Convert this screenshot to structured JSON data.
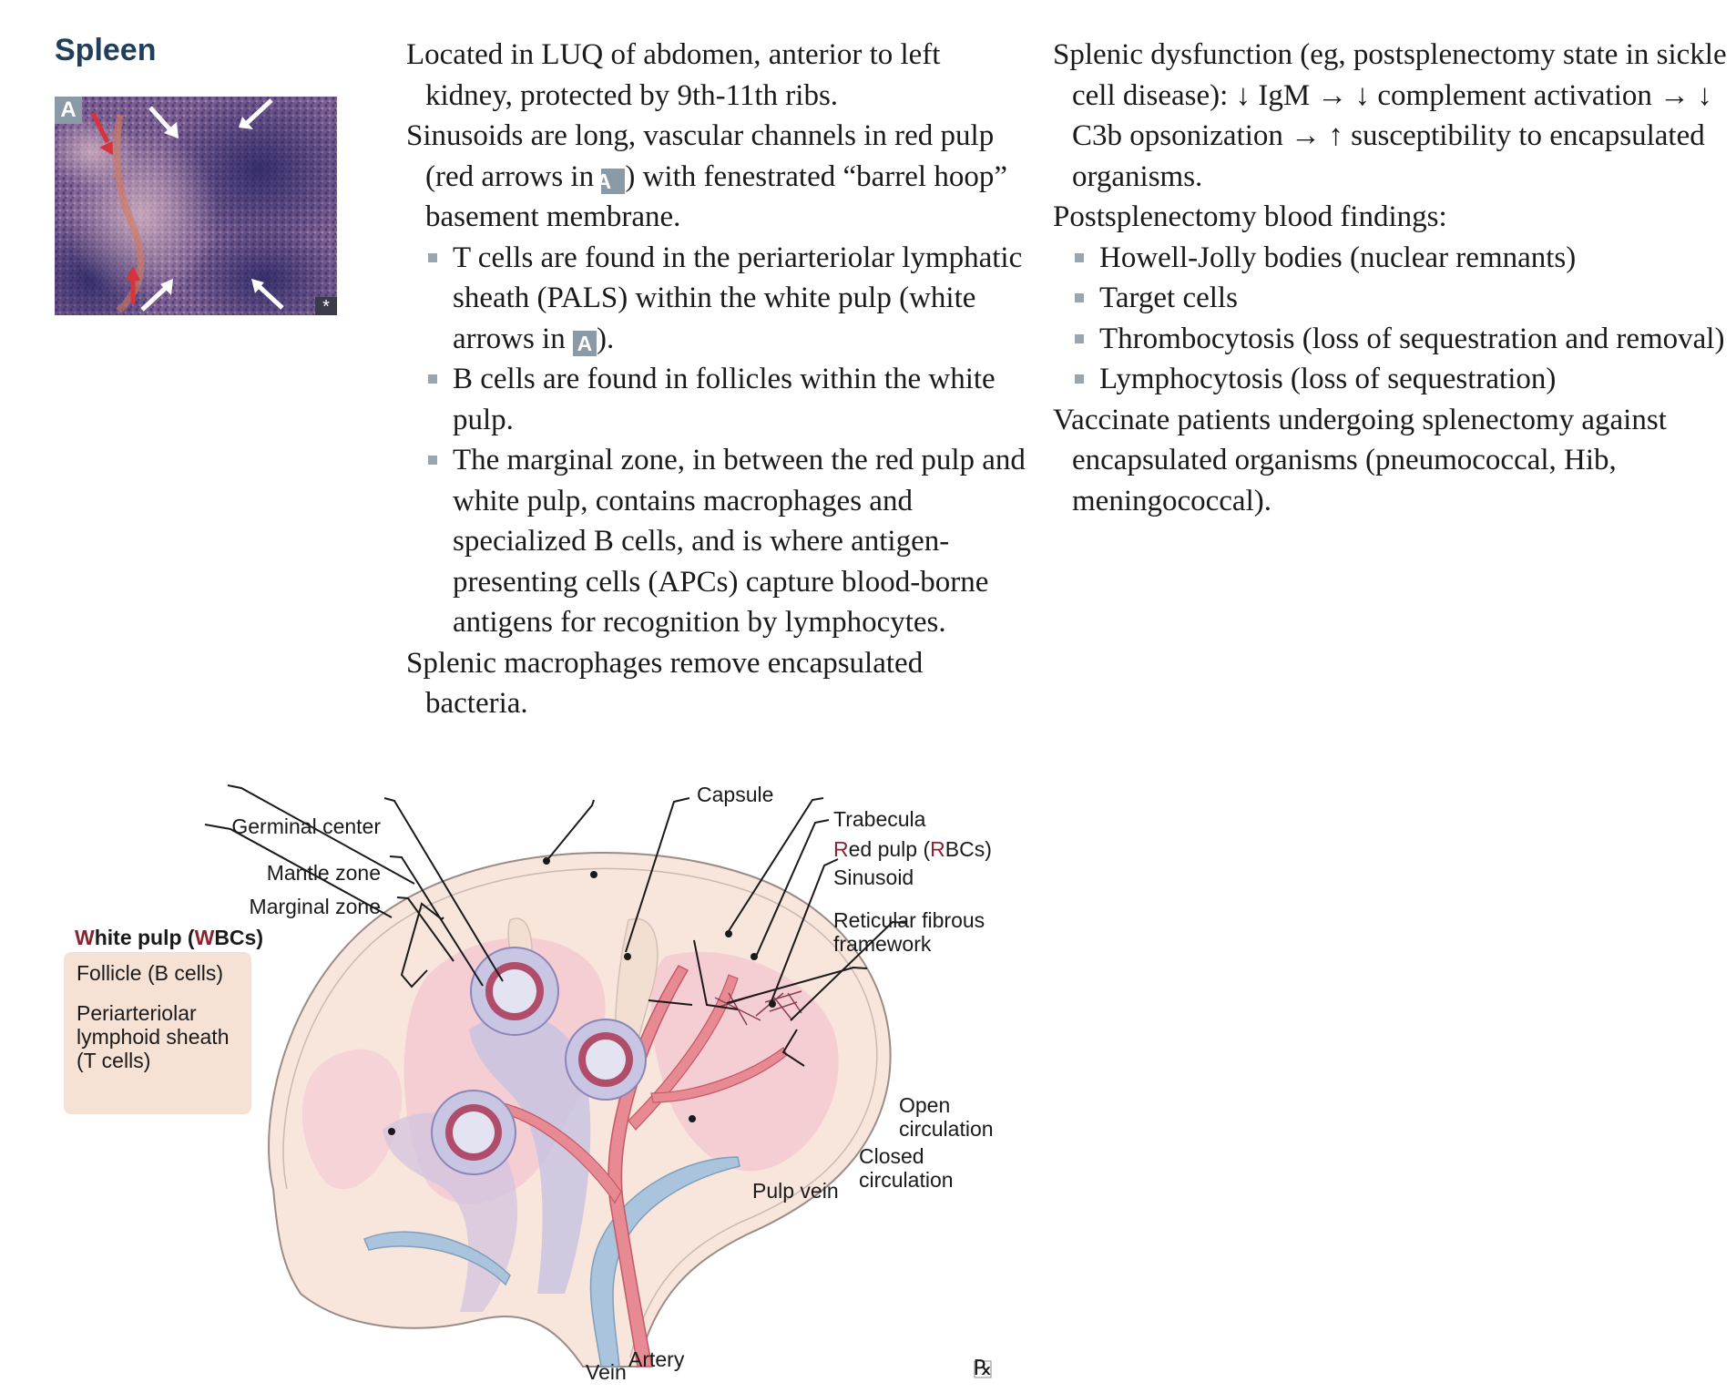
{
  "section": {
    "title": "Spleen"
  },
  "histology": {
    "badge": "A",
    "legend": "*"
  },
  "middle": {
    "p1": "Located in LUQ of abdomen, anterior to left kidney, protected by 9th-11th ribs.",
    "p2_before": "Sinusoids are long, vascular channels in red pulp (red arrows in ",
    "p2_badge": "A",
    "p2_after": ") with fenestrated “barrel hoop” basement membrane.",
    "b1_before": "T cells are found in the periarteriolar lymphatic sheath (PALS) within the white pulp (white arrows in ",
    "b1_badge": "A",
    "b1_after": ").",
    "b2": "B cells are found in follicles within the white pulp.",
    "b3": "The marginal zone, in between the red pulp and white pulp, contains macrophages and specialized B cells, and is where antigen-presenting cells (APCs) capture blood-borne antigens for recognition by lymphocytes.",
    "p3": "Splenic macrophages remove encapsulated bacteria."
  },
  "right": {
    "p1": "Splenic dysfunction (eg, postsplenectomy state in sickle cell disease): ↓ IgM → ↓ complement activation → ↓ C3b opsonization → ↑ susceptibility to encapsulated organisms.",
    "p2": "Postsplenectomy blood findings:",
    "bullets": [
      "Howell-Jolly bodies (nuclear remnants)",
      "Target cells",
      "Thrombocytosis (loss of sequestration and removal)",
      "Lymphocytosis (loss of sequestration)"
    ],
    "p3": "Vaccinate patients undergoing splenectomy against encapsulated organisms (pneumococcal, Hib, meningococcal)."
  },
  "diagram": {
    "capsule": "Capsule",
    "germinal_center": "Germinal center",
    "mantle_zone": "Mantle zone",
    "marginal_zone": "Marginal zone",
    "white_pulp_w": "W",
    "white_pulp_rest1": "hite pulp (",
    "white_pulp_w2": "W",
    "white_pulp_rest2": "BCs)",
    "follicle": "Follicle (B cells)",
    "pals_1": "Periarteriolar",
    "pals_2": "lymphoid sheath",
    "pals_3": "(T cells)",
    "trabecula": "Trabecula",
    "red_pulp_r": "R",
    "red_pulp_rest1": "ed pulp (",
    "red_pulp_r2": "R",
    "red_pulp_rest2": "BCs)",
    "sinusoid": "Sinusoid",
    "reticular_1": "Reticular fibrous",
    "reticular_2": "framework",
    "open_1": "Open",
    "open_2": "circulation",
    "closed_1": "Closed",
    "closed_2": "circulation",
    "pulp_vein": "Pulp vein",
    "vein": "Vein",
    "artery": "Artery",
    "rx_mark": "℞",
    "colors": {
      "capsule_fill": "#f8e6dc",
      "red_pulp": "#f2c6d0",
      "white_pulp": "#c9cde6",
      "artery": "#e88a94",
      "vein": "#a9c4dc",
      "accent_red": "#8b2331",
      "legend_box": "#f6e1d5"
    }
  }
}
